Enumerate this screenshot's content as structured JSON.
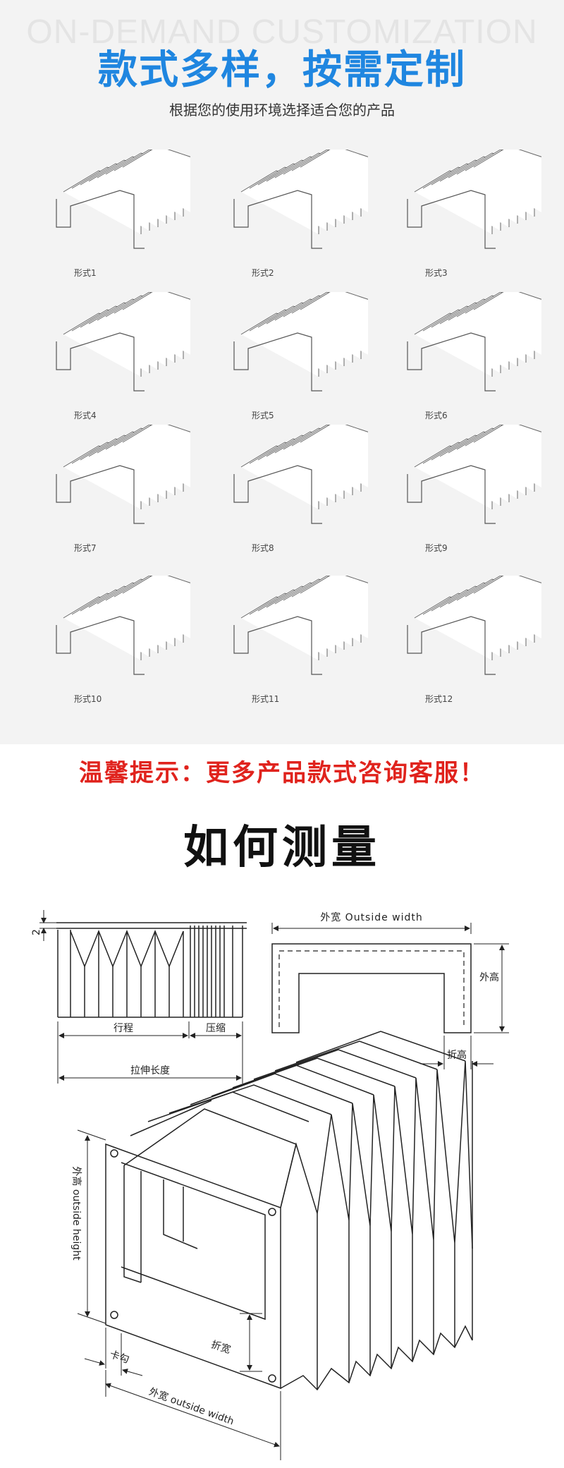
{
  "header": {
    "bg_text": "ON-DEMAND CUSTOMIZATION",
    "title": "款式多样，按需定制",
    "subtitle": "根据您的使用环境选择适合您的产品"
  },
  "styles": [
    {
      "label": "形式1"
    },
    {
      "label": "形式2"
    },
    {
      "label": "形式3"
    },
    {
      "label": "形式4"
    },
    {
      "label": "形式5"
    },
    {
      "label": "形式6"
    },
    {
      "label": "形式7"
    },
    {
      "label": "形式8"
    },
    {
      "label": "形式9"
    },
    {
      "label": "形式10"
    },
    {
      "label": "形式11"
    },
    {
      "label": "形式12"
    }
  ],
  "tip": "温馨提示：更多产品款式咨询客服！",
  "measure": {
    "title": "如何测量",
    "dim_2": "2",
    "travel": "行程",
    "compress": "压缩",
    "stretch_length": "拉伸长度",
    "outside_width_top": "外宽 Outside width",
    "outside_height_short": "外高",
    "fold_height": "折高",
    "outside_height": "外高 outside height",
    "clip": "卡勾",
    "fold_width": "折宽",
    "outside_width": "外宽 outside width"
  }
}
